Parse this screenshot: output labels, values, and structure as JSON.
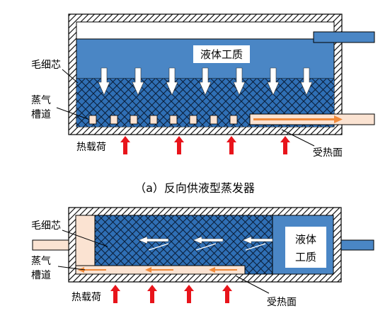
{
  "colors": {
    "wall_hatch": "#000000",
    "liquid": "#4a86c5",
    "wick": "#2f6fb5",
    "wick_lines": "#0b1f3a",
    "vapor": "#fbe3d2",
    "heat_arrow": "#e8141b",
    "flow_arrow": "#f08a3a",
    "white_arrow": "#ffffff"
  },
  "diagram_a": {
    "liquid_label": "液体工质",
    "wick_label": "毛细芯",
    "groove_label_line1": "蒸气",
    "groove_label_line2": "槽道",
    "heat_load_label": "热载荷",
    "heated_surface_label": "受热面",
    "caption": "（a）反向供液型蒸发器"
  },
  "diagram_b": {
    "wick_label": "毛细芯",
    "groove_label_line1": "蒸气",
    "groove_label_line2": "槽道",
    "liquid_label_line1": "液体",
    "liquid_label_line2": "工质",
    "heat_load_label": "热载荷",
    "heated_surface_label": "受热面"
  }
}
